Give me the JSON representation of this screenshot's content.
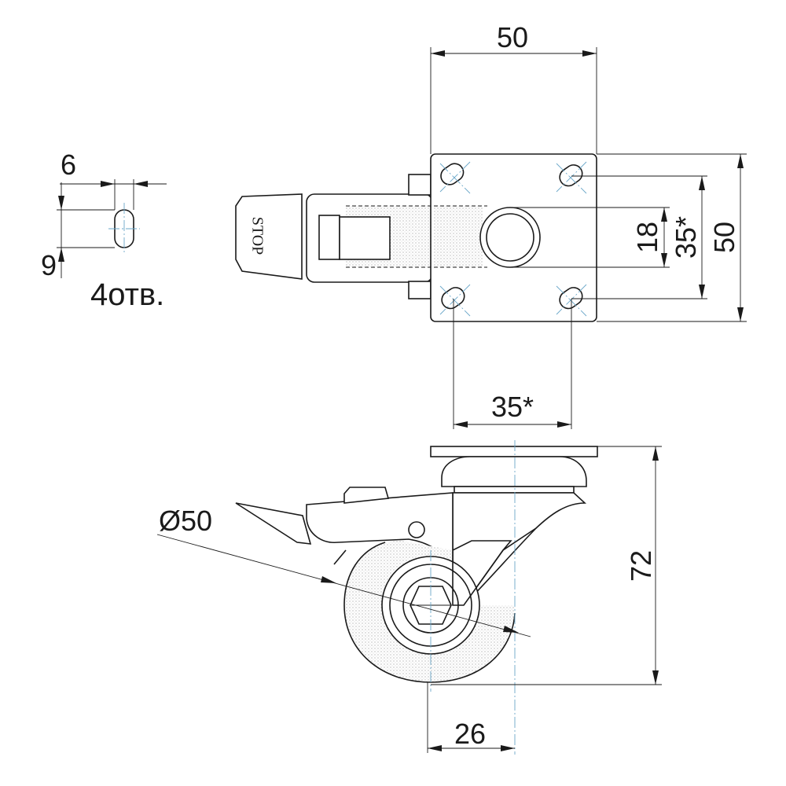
{
  "dimensions": {
    "top_width": "50",
    "right_height": "50",
    "inner_height": "35*",
    "spigot_diameter": "18",
    "bottom_hole_spacing": "35*",
    "wheel_diameter": "Ø50",
    "total_height": "72",
    "wheel_width": "26",
    "slot_width": "6",
    "slot_length": "9",
    "holes_count": "4отв."
  },
  "brake_label": "STOP",
  "colors": {
    "line": "#1a1a1a",
    "axis": "#6aa7c9",
    "hatch": "#b9b9b9"
  }
}
